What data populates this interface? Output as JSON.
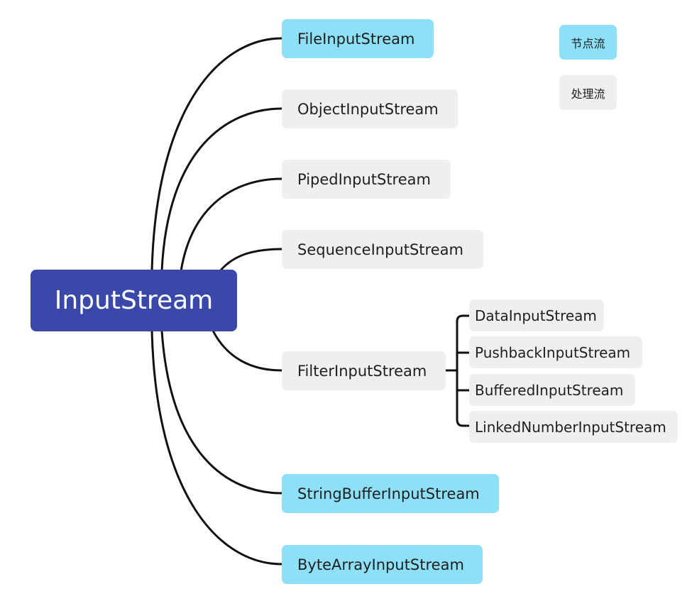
{
  "colors": {
    "root_fill": "#3a48a9",
    "node_stream_fill": "#8de0f7",
    "processing_stream_fill": "#efefef",
    "connector": "#111111"
  },
  "root": {
    "label": "InputStream"
  },
  "children": [
    {
      "label": "FileInputStream",
      "kind": "node-stream"
    },
    {
      "label": "ObjectInputStream",
      "kind": "processing-stream"
    },
    {
      "label": "PipedInputStream",
      "kind": "processing-stream"
    },
    {
      "label": "SequenceInputStream",
      "kind": "processing-stream"
    },
    {
      "label": "FilterInputStream",
      "kind": "processing-stream",
      "children": [
        {
          "label": "DataInputStream",
          "kind": "processing-stream"
        },
        {
          "label": "PushbackInputStream",
          "kind": "processing-stream"
        },
        {
          "label": "BufferedInputStream",
          "kind": "processing-stream"
        },
        {
          "label": "LinkedNumberInputStream",
          "kind": "processing-stream"
        }
      ]
    },
    {
      "label": "StringBufferInputStream",
      "kind": "node-stream"
    },
    {
      "label": "ByteArrayInputStream",
      "kind": "node-stream"
    }
  ],
  "legend": [
    {
      "label": "节点流",
      "kind": "node-stream"
    },
    {
      "label": "处理流",
      "kind": "processing-stream"
    }
  ]
}
